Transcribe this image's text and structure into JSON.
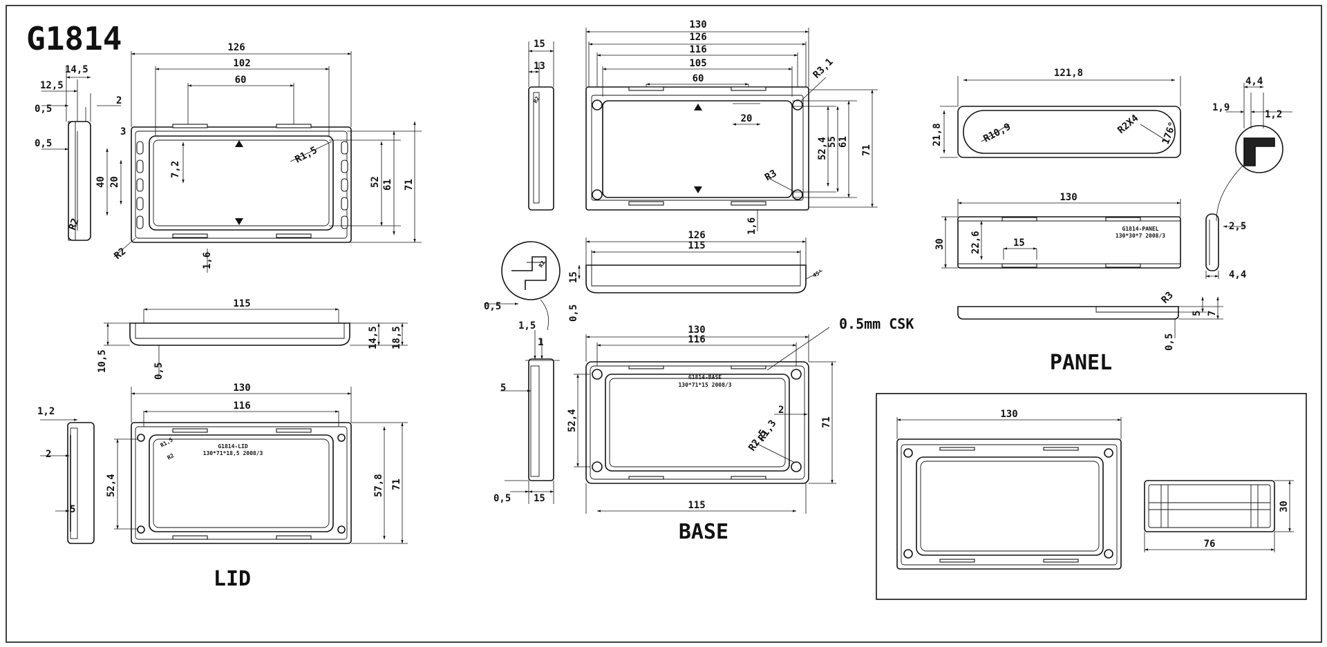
{
  "drawing": {
    "title": "G1814",
    "captions": {
      "lid": "LID",
      "base": "BASE",
      "panel": "PANEL",
      "csk": "0.5mm CSK"
    }
  },
  "lid_top": {
    "dims": [
      "126",
      "102",
      "60",
      "14,5",
      "12,5",
      "0,5",
      "2",
      "0,5",
      "3",
      "7,2",
      "40",
      "20",
      "R1,5",
      "52",
      "61",
      "71",
      "R2",
      "R2",
      "1,6"
    ]
  },
  "lid_side": {
    "dims": [
      "115",
      "10,5",
      "0,5",
      "14,5",
      "18,5"
    ]
  },
  "lid_bottom": {
    "label_line1": "G1814-LID",
    "label_line2": "130*71*18,5  2008/3",
    "dims": [
      "130",
      "116",
      "1,2",
      "2",
      "5",
      "52,4",
      "57,8",
      "71",
      "R1,5",
      "R2"
    ]
  },
  "base_top": {
    "dims": [
      "15",
      "13",
      "R2",
      "130",
      "126",
      "116",
      "105",
      "60",
      "R3,1",
      "20",
      "52,4",
      "55",
      "61",
      "71",
      "R3",
      "1,6"
    ]
  },
  "base_front": {
    "dims": [
      "126",
      "115",
      "15",
      "45°",
      "0,5",
      "0,5",
      "R2"
    ]
  },
  "base_bottom": {
    "label_line1": "G1814-BASE",
    "label_line2": "130*71*15  2008/3",
    "dims": [
      "130",
      "116",
      "2",
      "R1,3",
      "R2,5",
      "52,4",
      "71",
      "115"
    ]
  },
  "base_side": {
    "dims": [
      "1,5",
      "1",
      "5",
      "0,5",
      "15"
    ]
  },
  "panel_top": {
    "dims": [
      "121,8",
      "21,8",
      "R10,9",
      "R2X4",
      "176°",
      "4,4",
      "1,9",
      "1,2"
    ]
  },
  "panel_front": {
    "label_line1": "G1814-PANEL",
    "label_line2": "130*30*7  2008/3",
    "dims": [
      "130",
      "30",
      "22,6",
      "15",
      "2,5",
      "4,4"
    ]
  },
  "panel_side": {
    "dims": [
      "R3",
      "5",
      "7",
      "0,5"
    ]
  },
  "assembly": {
    "dims": [
      "130",
      "76",
      "30"
    ]
  }
}
